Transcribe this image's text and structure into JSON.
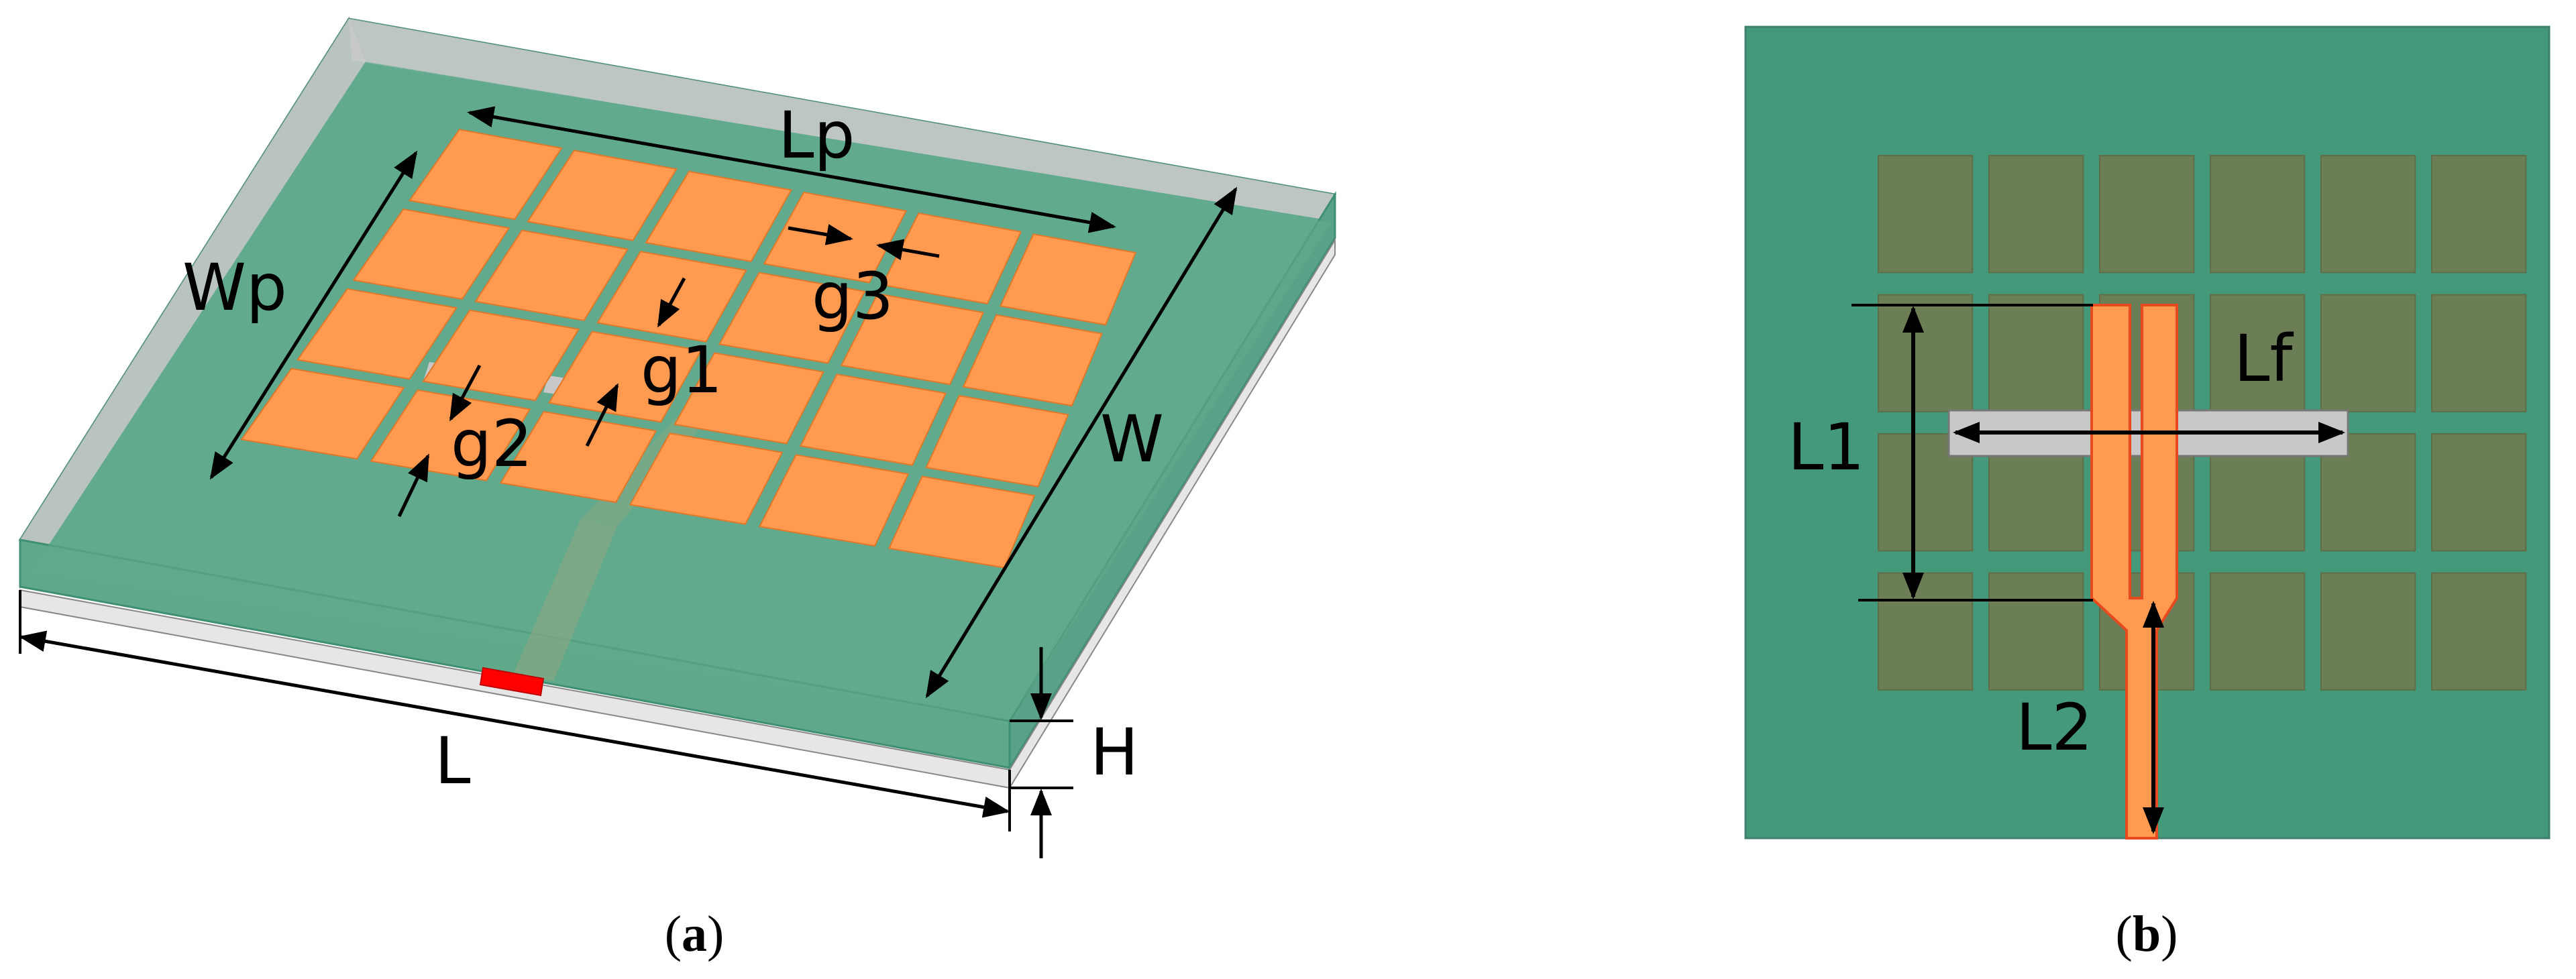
{
  "colors": {
    "substrate": "#62AA8E",
    "substrate_dark": "#44997B",
    "substrate_edge": "#3F8F72",
    "patch": "#FF9A50",
    "patch_edge": "#E07828",
    "ground_bottom": "#D9D9D9",
    "side_grey": "#C9C9C9",
    "slot_fill": "#C8C8C8",
    "port": "#FF0000",
    "dim_line": "#000000",
    "patch_under": "#6C7E55"
  },
  "panel_a": {
    "caption_open": "(",
    "caption_letter": "a",
    "caption_close": ")",
    "labels": {
      "Lp": "Lp",
      "Wp": "Wp",
      "g1": "g1",
      "g2": "g2",
      "g3": "g3",
      "W": "W",
      "L": "L",
      "H": "H"
    },
    "patch_grid": {
      "rows": 4,
      "columns": 6
    }
  },
  "panel_b": {
    "caption_open": "(",
    "caption_letter": "b",
    "caption_close": ")",
    "labels": {
      "L1": "L1",
      "Lf": "Lf",
      "L2": "L2"
    },
    "patch_grid": {
      "rows": 4,
      "columns": 6
    }
  }
}
